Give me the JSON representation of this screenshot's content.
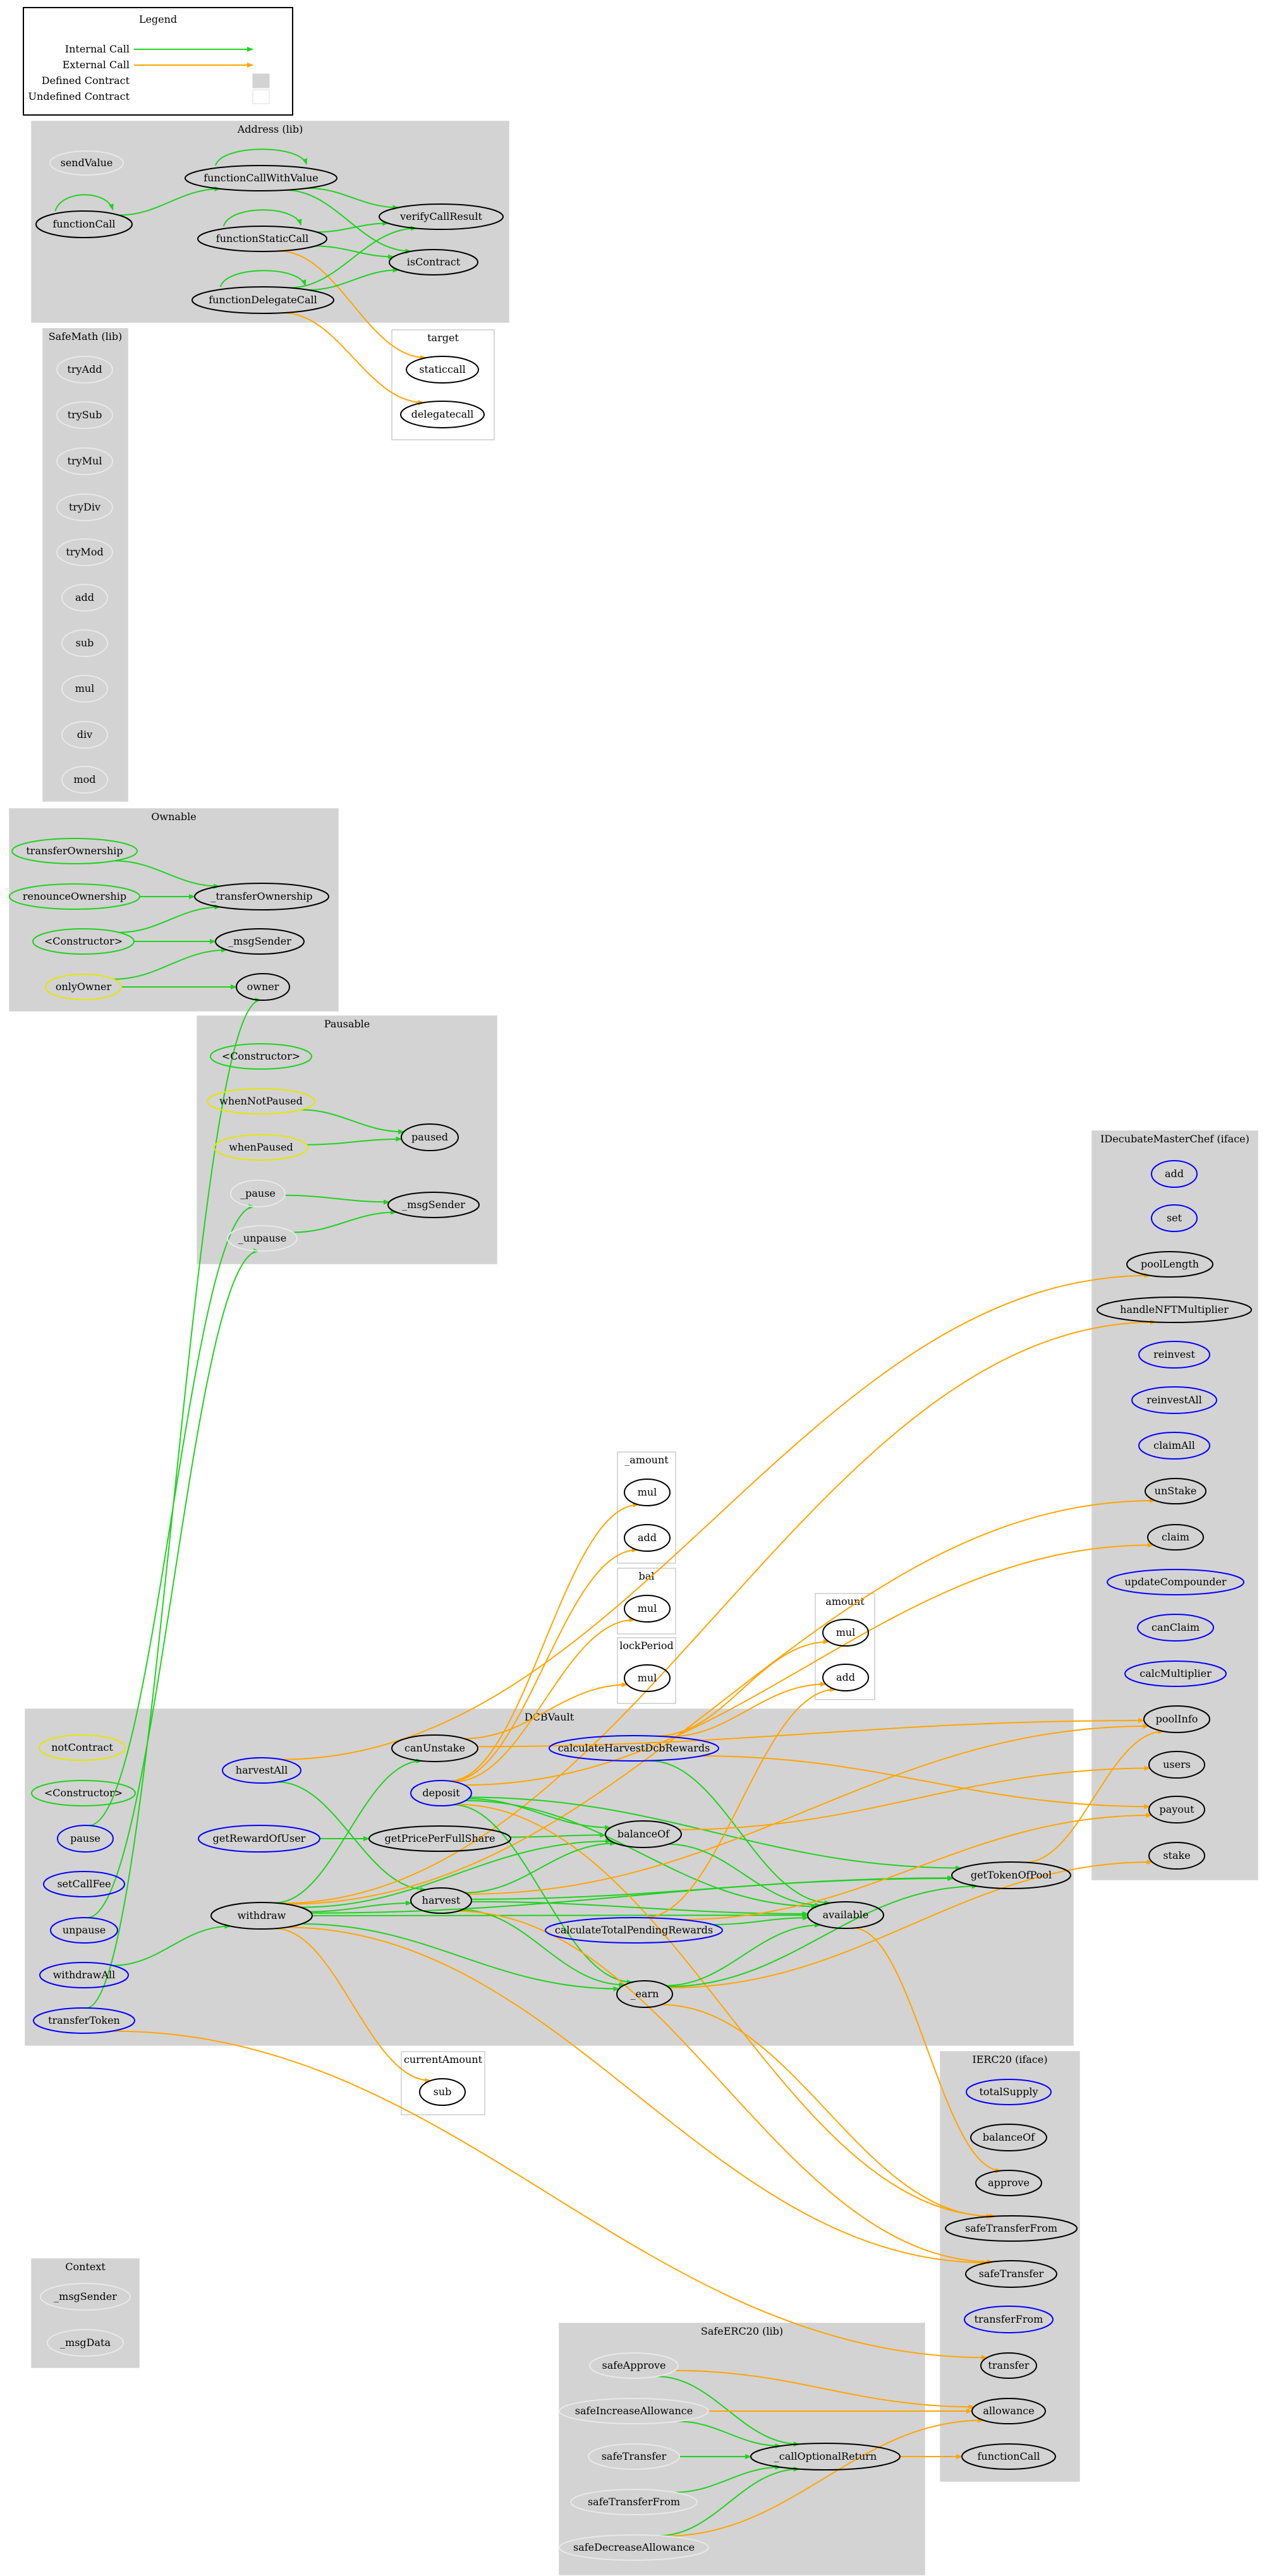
{
  "colors": {
    "internal": "#1fd21f",
    "external": "#ffa500",
    "cluster_fill": "#d3d3d3",
    "node_defined": "#000000",
    "node_public": "#0000ff",
    "node_modifier": "#e6e600",
    "node_internal": "#1fd21f",
    "node_unknown": "#e8e8e8"
  },
  "legend": {
    "title": "Legend",
    "items": [
      {
        "label": "Internal Call",
        "kind": "internal"
      },
      {
        "label": "External Call",
        "kind": "external"
      },
      {
        "label": "Defined Contract",
        "kind": "defined"
      },
      {
        "label": "Undefined Contract",
        "kind": "undefined"
      }
    ]
  },
  "clusters": [
    {
      "id": "address",
      "title": "Address  (lib)",
      "filled": true
    },
    {
      "id": "target",
      "title": "target",
      "filled": false
    },
    {
      "id": "safemath",
      "title": "SafeMath  (lib)",
      "filled": true
    },
    {
      "id": "ownable",
      "title": "Ownable",
      "filled": true
    },
    {
      "id": "pausable",
      "title": "Pausable",
      "filled": true
    },
    {
      "id": "imasterchef",
      "title": "IDecubateMasterChef  (iface)",
      "filled": true
    },
    {
      "id": "_amount",
      "title": "_amount",
      "filled": false
    },
    {
      "id": "bal",
      "title": "bal",
      "filled": false
    },
    {
      "id": "lockperiod",
      "title": "lockPeriod",
      "filled": false
    },
    {
      "id": "amount",
      "title": "amount",
      "filled": false
    },
    {
      "id": "dcbvault",
      "title": "DCBVault",
      "filled": true
    },
    {
      "id": "currentamount",
      "title": "currentAmount",
      "filled": false
    },
    {
      "id": "ierc20",
      "title": "IERC20  (iface)",
      "filled": true
    },
    {
      "id": "context",
      "title": "Context",
      "filled": true
    },
    {
      "id": "safeerc20",
      "title": "SafeERC20  (lib)",
      "filled": true
    }
  ],
  "nodes": [
    {
      "id": "a_sendValue",
      "label": "sendValue",
      "style": "unknown"
    },
    {
      "id": "a_functionCallWithValue",
      "label": "functionCallWithValue",
      "style": "defined"
    },
    {
      "id": "a_verifyCallResult",
      "label": "verifyCallResult",
      "style": "defined"
    },
    {
      "id": "a_functionCall",
      "label": "functionCall",
      "style": "defined"
    },
    {
      "id": "a_functionStaticCall",
      "label": "functionStaticCall",
      "style": "defined"
    },
    {
      "id": "a_isContract",
      "label": "isContract",
      "style": "defined"
    },
    {
      "id": "a_functionDelegateCall",
      "label": "functionDelegateCall",
      "style": "defined"
    },
    {
      "id": "t_staticcall",
      "label": "staticcall",
      "style": "defined"
    },
    {
      "id": "t_delegatecall",
      "label": "delegatecall",
      "style": "defined"
    },
    {
      "id": "sm_tryAdd",
      "label": "tryAdd",
      "style": "unknown"
    },
    {
      "id": "sm_trySub",
      "label": "trySub",
      "style": "unknown"
    },
    {
      "id": "sm_tryMul",
      "label": "tryMul",
      "style": "unknown"
    },
    {
      "id": "sm_tryDiv",
      "label": "tryDiv",
      "style": "unknown"
    },
    {
      "id": "sm_tryMod",
      "label": "tryMod",
      "style": "unknown"
    },
    {
      "id": "sm_add",
      "label": "add",
      "style": "unknown"
    },
    {
      "id": "sm_sub",
      "label": "sub",
      "style": "unknown"
    },
    {
      "id": "sm_mul",
      "label": "mul",
      "style": "unknown"
    },
    {
      "id": "sm_div",
      "label": "div",
      "style": "unknown"
    },
    {
      "id": "sm_mod",
      "label": "mod",
      "style": "unknown"
    },
    {
      "id": "o_transferOwnership",
      "label": "transferOwnership",
      "style": "internal"
    },
    {
      "id": "o_renounceOwnership",
      "label": "renounceOwnership",
      "style": "internal"
    },
    {
      "id": "o__transferOwnership",
      "label": "_transferOwnership",
      "style": "defined"
    },
    {
      "id": "o_constructor",
      "label": "<Constructor>",
      "style": "internal"
    },
    {
      "id": "o__msgSender",
      "label": "_msgSender",
      "style": "defined"
    },
    {
      "id": "o_onlyOwner",
      "label": "onlyOwner",
      "style": "modifier"
    },
    {
      "id": "o_owner",
      "label": "owner",
      "style": "defined"
    },
    {
      "id": "p_constructor",
      "label": "<Constructor>",
      "style": "internal"
    },
    {
      "id": "p_whenNotPaused",
      "label": "whenNotPaused",
      "style": "modifier"
    },
    {
      "id": "p_paused",
      "label": "paused",
      "style": "defined"
    },
    {
      "id": "p_whenPaused",
      "label": "whenPaused",
      "style": "modifier"
    },
    {
      "id": "p__pause",
      "label": "_pause",
      "style": "unknown"
    },
    {
      "id": "p__msgSender",
      "label": "_msgSender",
      "style": "defined"
    },
    {
      "id": "p__unpause",
      "label": "_unpause",
      "style": "unknown"
    },
    {
      "id": "m_add",
      "label": "add",
      "style": "public"
    },
    {
      "id": "m_set",
      "label": "set",
      "style": "public"
    },
    {
      "id": "m_poolLength",
      "label": "poolLength",
      "style": "defined"
    },
    {
      "id": "m_handleNFTMultiplier",
      "label": "handleNFTMultiplier",
      "style": "defined"
    },
    {
      "id": "m_reinvest",
      "label": "reinvest",
      "style": "public"
    },
    {
      "id": "m_reinvestAll",
      "label": "reinvestAll",
      "style": "public"
    },
    {
      "id": "m_claimAll",
      "label": "claimAll",
      "style": "public"
    },
    {
      "id": "m_unStake",
      "label": "unStake",
      "style": "defined"
    },
    {
      "id": "m_claim",
      "label": "claim",
      "style": "defined"
    },
    {
      "id": "m_updateCompounder",
      "label": "updateCompounder",
      "style": "public"
    },
    {
      "id": "m_canClaim",
      "label": "canClaim",
      "style": "public"
    },
    {
      "id": "m_calcMultiplier",
      "label": "calcMultiplier",
      "style": "public"
    },
    {
      "id": "m_poolInfo",
      "label": "poolInfo",
      "style": "defined"
    },
    {
      "id": "m_users",
      "label": "users",
      "style": "defined"
    },
    {
      "id": "m_payout",
      "label": "payout",
      "style": "defined"
    },
    {
      "id": "m_stake",
      "label": "stake",
      "style": "defined"
    },
    {
      "id": "am_mul",
      "label": "mul",
      "style": "defined"
    },
    {
      "id": "am_add",
      "label": "add",
      "style": "defined"
    },
    {
      "id": "bal_mul",
      "label": "mul",
      "style": "defined"
    },
    {
      "id": "lp_mul",
      "label": "mul",
      "style": "defined"
    },
    {
      "id": "amt_mul",
      "label": "mul",
      "style": "defined"
    },
    {
      "id": "amt_add",
      "label": "add",
      "style": "defined"
    },
    {
      "id": "v_notContract",
      "label": "notContract",
      "style": "modifier"
    },
    {
      "id": "v_constructor",
      "label": "<Constructor>",
      "style": "internal"
    },
    {
      "id": "v_pause",
      "label": "pause",
      "style": "public"
    },
    {
      "id": "v_setCallFee",
      "label": "setCallFee",
      "style": "public"
    },
    {
      "id": "v_unpause",
      "label": "unpause",
      "style": "public"
    },
    {
      "id": "v_withdrawAll",
      "label": "withdrawAll",
      "style": "public"
    },
    {
      "id": "v_transferToken",
      "label": "transferToken",
      "style": "public"
    },
    {
      "id": "v_harvestAll",
      "label": "harvestAll",
      "style": "public"
    },
    {
      "id": "v_getRewardOfUser",
      "label": "getRewardOfUser",
      "style": "public"
    },
    {
      "id": "v_withdraw",
      "label": "withdraw",
      "style": "defined"
    },
    {
      "id": "v_canUnstake",
      "label": "canUnstake",
      "style": "defined"
    },
    {
      "id": "v_deposit",
      "label": "deposit",
      "style": "public"
    },
    {
      "id": "v_getPricePerFullShare",
      "label": "getPricePerFullShare",
      "style": "defined"
    },
    {
      "id": "v_harvest",
      "label": "harvest",
      "style": "defined"
    },
    {
      "id": "v_calculateHarvestDcbRewards",
      "label": "calculateHarvestDcbRewards",
      "style": "public"
    },
    {
      "id": "v_balanceOf",
      "label": "balanceOf",
      "style": "defined"
    },
    {
      "id": "v_calculateTotalPendingRewards",
      "label": "calculateTotalPendingRewards",
      "style": "public"
    },
    {
      "id": "v_available",
      "label": "available",
      "style": "defined"
    },
    {
      "id": "v_getTokenOfPool",
      "label": "getTokenOfPool",
      "style": "defined"
    },
    {
      "id": "v__earn",
      "label": "_earn",
      "style": "defined"
    },
    {
      "id": "ca_sub",
      "label": "sub",
      "style": "defined"
    },
    {
      "id": "e_totalSupply",
      "label": "totalSupply",
      "style": "public"
    },
    {
      "id": "e_balanceOf",
      "label": "balanceOf",
      "style": "defined"
    },
    {
      "id": "e_approve",
      "label": "approve",
      "style": "defined"
    },
    {
      "id": "e_safeTransferFrom",
      "label": "safeTransferFrom",
      "style": "defined"
    },
    {
      "id": "e_safeTransfer",
      "label": "safeTransfer",
      "style": "defined"
    },
    {
      "id": "e_transferFrom",
      "label": "transferFrom",
      "style": "public"
    },
    {
      "id": "e_transfer",
      "label": "transfer",
      "style": "defined"
    },
    {
      "id": "e_allowance",
      "label": "allowance",
      "style": "defined"
    },
    {
      "id": "e_functionCall",
      "label": "functionCall",
      "style": "defined"
    },
    {
      "id": "c__msgSender",
      "label": "_msgSender",
      "style": "unknown"
    },
    {
      "id": "c__msgData",
      "label": "_msgData",
      "style": "unknown"
    },
    {
      "id": "s_safeApprove",
      "label": "safeApprove",
      "style": "unknown"
    },
    {
      "id": "s_safeIncreaseAllowance",
      "label": "safeIncreaseAllowance",
      "style": "unknown"
    },
    {
      "id": "s_safeTransfer",
      "label": "safeTransfer",
      "style": "unknown"
    },
    {
      "id": "s_safeTransferFrom",
      "label": "safeTransferFrom",
      "style": "unknown"
    },
    {
      "id": "s_safeDecreaseAllowance",
      "label": "safeDecreaseAllowance",
      "style": "unknown"
    },
    {
      "id": "s__callOptionalReturn",
      "label": "_callOptionalReturn",
      "style": "defined"
    }
  ],
  "edges": [
    {
      "from": "a_functionCall",
      "to": "a_functionCall",
      "kind": "internal"
    },
    {
      "from": "a_functionCall",
      "to": "a_functionCallWithValue",
      "kind": "internal"
    },
    {
      "from": "a_functionCallWithValue",
      "to": "a_functionCallWithValue",
      "kind": "internal"
    },
    {
      "from": "a_functionCallWithValue",
      "to": "a_isContract",
      "kind": "internal"
    },
    {
      "from": "a_functionCallWithValue",
      "to": "a_verifyCallResult",
      "kind": "internal"
    },
    {
      "from": "a_functionStaticCall",
      "to": "a_functionStaticCall",
      "kind": "internal"
    },
    {
      "from": "a_functionStaticCall",
      "to": "a_isContract",
      "kind": "internal"
    },
    {
      "from": "a_functionStaticCall",
      "to": "a_verifyCallResult",
      "kind": "internal"
    },
    {
      "from": "a_functionStaticCall",
      "to": "t_staticcall",
      "kind": "external"
    },
    {
      "from": "a_functionDelegateCall",
      "to": "a_functionDelegateCall",
      "kind": "internal"
    },
    {
      "from": "a_functionDelegateCall",
      "to": "a_isContract",
      "kind": "internal"
    },
    {
      "from": "a_functionDelegateCall",
      "to": "a_verifyCallResult",
      "kind": "internal"
    },
    {
      "from": "a_functionDelegateCall",
      "to": "t_delegatecall",
      "kind": "external"
    },
    {
      "from": "o_transferOwnership",
      "to": "o__transferOwnership",
      "kind": "internal"
    },
    {
      "from": "o_renounceOwnership",
      "to": "o__transferOwnership",
      "kind": "internal"
    },
    {
      "from": "o_constructor",
      "to": "o__transferOwnership",
      "kind": "internal"
    },
    {
      "from": "o_constructor",
      "to": "o__msgSender",
      "kind": "internal"
    },
    {
      "from": "o_onlyOwner",
      "to": "o__msgSender",
      "kind": "internal"
    },
    {
      "from": "o_onlyOwner",
      "to": "o_owner",
      "kind": "internal"
    },
    {
      "from": "p_whenNotPaused",
      "to": "p_paused",
      "kind": "internal"
    },
    {
      "from": "p_whenPaused",
      "to": "p_paused",
      "kind": "internal"
    },
    {
      "from": "p__pause",
      "to": "p__msgSender",
      "kind": "internal"
    },
    {
      "from": "p__unpause",
      "to": "p__msgSender",
      "kind": "internal"
    },
    {
      "from": "v_pause",
      "to": "p__pause",
      "kind": "internal"
    },
    {
      "from": "v_unpause",
      "to": "p__unpause",
      "kind": "internal"
    },
    {
      "from": "v_transferToken",
      "to": "o_owner",
      "kind": "internal"
    },
    {
      "from": "v_transferToken",
      "to": "e_transfer",
      "kind": "external"
    },
    {
      "from": "v_withdrawAll",
      "to": "v_withdraw",
      "kind": "internal"
    },
    {
      "from": "v_harvestAll",
      "to": "v_harvest",
      "kind": "internal"
    },
    {
      "from": "v_harvestAll",
      "to": "m_poolLength",
      "kind": "external"
    },
    {
      "from": "v_getRewardOfUser",
      "to": "v_getPricePerFullShare",
      "kind": "internal"
    },
    {
      "from": "v_getPricePerFullShare",
      "to": "v_balanceOf",
      "kind": "internal"
    },
    {
      "from": "v_withdraw",
      "to": "v_canUnstake",
      "kind": "internal"
    },
    {
      "from": "v_withdraw",
      "to": "v_harvest",
      "kind": "internal"
    },
    {
      "from": "v_withdraw",
      "to": "v_balanceOf",
      "kind": "internal"
    },
    {
      "from": "v_withdraw",
      "to": "v_available",
      "kind": "internal"
    },
    {
      "from": "v_withdraw",
      "to": "v_getTokenOfPool",
      "kind": "internal"
    },
    {
      "from": "v_withdraw",
      "to": "v__earn",
      "kind": "internal"
    },
    {
      "from": "v_withdraw",
      "to": "ca_sub",
      "kind": "external"
    },
    {
      "from": "v_withdraw",
      "to": "m_unStake",
      "kind": "external"
    },
    {
      "from": "v_withdraw",
      "to": "e_safeTransfer",
      "kind": "external"
    },
    {
      "from": "v_withdraw",
      "to": "m_handleNFTMultiplier",
      "kind": "external"
    },
    {
      "from": "v_canUnstake",
      "to": "lp_mul",
      "kind": "external"
    },
    {
      "from": "v_canUnstake",
      "to": "m_poolInfo",
      "kind": "external"
    },
    {
      "from": "v_deposit",
      "to": "v_balanceOf",
      "kind": "internal"
    },
    {
      "from": "v_deposit",
      "to": "v_available",
      "kind": "internal"
    },
    {
      "from": "v_deposit",
      "to": "v_getTokenOfPool",
      "kind": "internal"
    },
    {
      "from": "v_deposit",
      "to": "v__earn",
      "kind": "internal"
    },
    {
      "from": "v_deposit",
      "to": "am_mul",
      "kind": "external"
    },
    {
      "from": "v_deposit",
      "to": "am_add",
      "kind": "external"
    },
    {
      "from": "v_deposit",
      "to": "bal_mul",
      "kind": "external"
    },
    {
      "from": "v_deposit",
      "to": "e_safeTransferFrom",
      "kind": "external"
    },
    {
      "from": "v_deposit",
      "to": "m_claim",
      "kind": "external"
    },
    {
      "from": "v_harvest",
      "to": "v_balanceOf",
      "kind": "internal"
    },
    {
      "from": "v_harvest",
      "to": "v_available",
      "kind": "internal"
    },
    {
      "from": "v_harvest",
      "to": "v_getTokenOfPool",
      "kind": "internal"
    },
    {
      "from": "v_harvest",
      "to": "v__earn",
      "kind": "internal"
    },
    {
      "from": "v_harvest",
      "to": "e_safeTransfer",
      "kind": "external"
    },
    {
      "from": "v_harvest",
      "to": "m_poolInfo",
      "kind": "external"
    },
    {
      "from": "v_calculateHarvestDcbRewards",
      "to": "v_available",
      "kind": "internal"
    },
    {
      "from": "v_calculateHarvestDcbRewards",
      "to": "amt_mul",
      "kind": "external"
    },
    {
      "from": "v_calculateHarvestDcbRewards",
      "to": "amt_add",
      "kind": "external"
    },
    {
      "from": "v_calculateHarvestDcbRewards",
      "to": "m_payout",
      "kind": "external"
    },
    {
      "from": "v_calculateTotalPendingRewards",
      "to": "v_available",
      "kind": "internal"
    },
    {
      "from": "v_calculateTotalPendingRewards",
      "to": "amt_add",
      "kind": "external"
    },
    {
      "from": "v_calculateTotalPendingRewards",
      "to": "m_payout",
      "kind": "external"
    },
    {
      "from": "v_balanceOf",
      "to": "v_available",
      "kind": "internal"
    },
    {
      "from": "v_balanceOf",
      "to": "m_users",
      "kind": "external"
    },
    {
      "from": "v_available",
      "to": "e_approve",
      "kind": "external"
    },
    {
      "from": "v_getTokenOfPool",
      "to": "m_poolInfo",
      "kind": "external"
    },
    {
      "from": "v__earn",
      "to": "v_available",
      "kind": "internal"
    },
    {
      "from": "v__earn",
      "to": "v_getTokenOfPool",
      "kind": "internal"
    },
    {
      "from": "v__earn",
      "to": "m_stake",
      "kind": "external"
    },
    {
      "from": "v__earn",
      "to": "e_safeTransferFrom",
      "kind": "external"
    },
    {
      "from": "s_safeApprove",
      "to": "s__callOptionalReturn",
      "kind": "internal"
    },
    {
      "from": "s_safeApprove",
      "to": "e_allowance",
      "kind": "external"
    },
    {
      "from": "s_safeIncreaseAllowance",
      "to": "s__callOptionalReturn",
      "kind": "internal"
    },
    {
      "from": "s_safeIncreaseAllowance",
      "to": "e_allowance",
      "kind": "external"
    },
    {
      "from": "s_safeTransfer",
      "to": "s__callOptionalReturn",
      "kind": "internal"
    },
    {
      "from": "s_safeTransferFrom",
      "to": "s__callOptionalReturn",
      "kind": "internal"
    },
    {
      "from": "s_safeDecreaseAllowance",
      "to": "s__callOptionalReturn",
      "kind": "internal"
    },
    {
      "from": "s_safeDecreaseAllowance",
      "to": "e_allowance",
      "kind": "external"
    },
    {
      "from": "s__callOptionalReturn",
      "to": "e_functionCall",
      "kind": "external"
    }
  ]
}
